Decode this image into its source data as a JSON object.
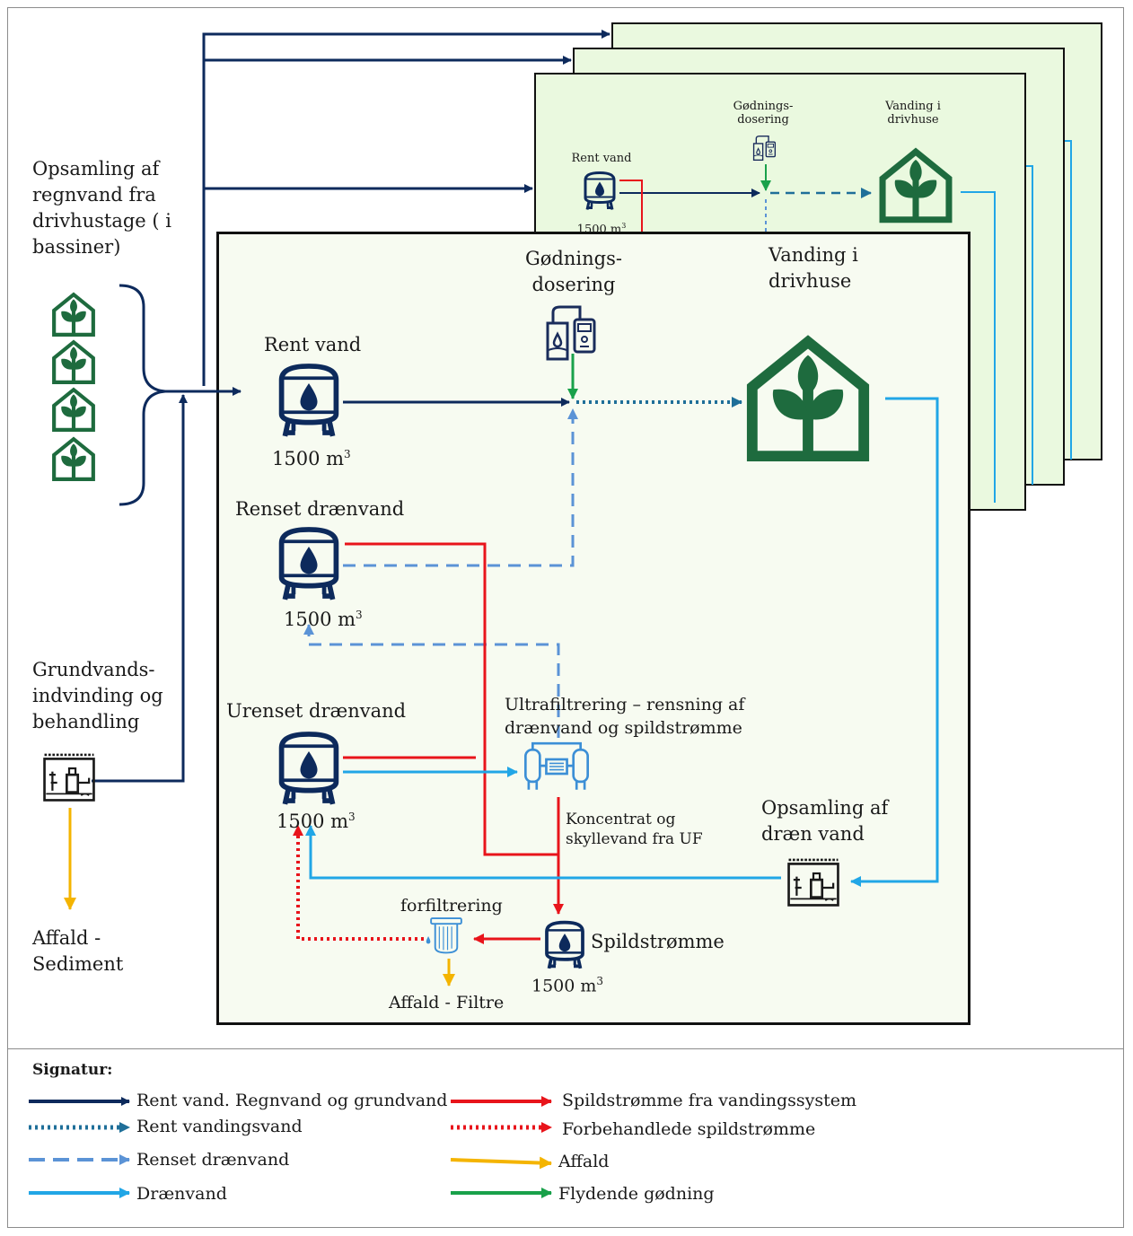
{
  "labels": {
    "rain": "Opsamling af\nregnvand fra\ndrivhustage ( i\nbassiner)",
    "groundwater": "Grundvands-\nindvinding og\nbehandling",
    "waste_sediment": "Affald -\nSediment",
    "clean_water": "Rent vand",
    "fertilizer": "Gødnings-\ndosering",
    "irrigation": "Vanding i\ndrivhuse",
    "clean_water_volume": "1500 m",
    "cleaned_drain": "Renset drænvand",
    "cleaned_drain_volume": "1500 m",
    "uncleaned_drain": "Urenset drænvand",
    "uncleaned_drain_volume": "1500 m",
    "ultrafiltration": "Ultrafiltrering – rensning af\ndrænvand og spildstrømme",
    "concentrate": "Koncentrat og\nskyllevand fra UF",
    "drain_collection": "Opsamling af\ndræn vand",
    "prefiltration": "forfiltrering",
    "waste_stream": "Spildstrømme",
    "waste_stream_volume": "1500 m",
    "waste_filters": "Affald - Filtre",
    "unit_superscript": "3"
  },
  "back_sheet": {
    "fertilizer": "Gødnings-\ndosering",
    "irrigation": "Vanding i\ndrivhuse",
    "clean_water": "Rent vand",
    "volume": "1500 m"
  },
  "legend": {
    "title": "Signatur:",
    "items": [
      {
        "label": "Rent vand. Regnvand og grundvand",
        "color": "#0d2a5c",
        "style": "solid"
      },
      {
        "label": "Rent vandingsvand",
        "color": "#1f6f99",
        "style": "dotted"
      },
      {
        "label": "Renset drænvand",
        "color": "#5b93d6",
        "style": "dashed"
      },
      {
        "label": "Drænvand",
        "color": "#21a6e6",
        "style": "solid"
      },
      {
        "label": "Spildstrømme fra vandingssystem",
        "color": "#e8141b",
        "style": "solid"
      },
      {
        "label": "Forbehandlede spildstrømme",
        "color": "#e8141b",
        "style": "dotted"
      },
      {
        "label": "Affald",
        "color": "#f4b400",
        "style": "solid"
      },
      {
        "label": "Flydende gødning",
        "color": "#19a14a",
        "style": "solid"
      }
    ]
  },
  "colors": {
    "navy": "#0d2a5c",
    "teal_dotted": "#1f6f99",
    "dashed_blue": "#5b93d6",
    "drain_blue": "#21a6e6",
    "red": "#e8141b",
    "yellow": "#f4b400",
    "green": "#19a14a",
    "greenhouse": "#1e6b3e",
    "sheet_bg": "#eaf9df",
    "panel_bg": "#f7fbf1"
  },
  "icons": [
    "greenhouse-icon",
    "water-tank-icon",
    "fertilizer-doser-icon",
    "pump-station-icon",
    "ultrafiltration-icon",
    "prefilter-icon"
  ]
}
